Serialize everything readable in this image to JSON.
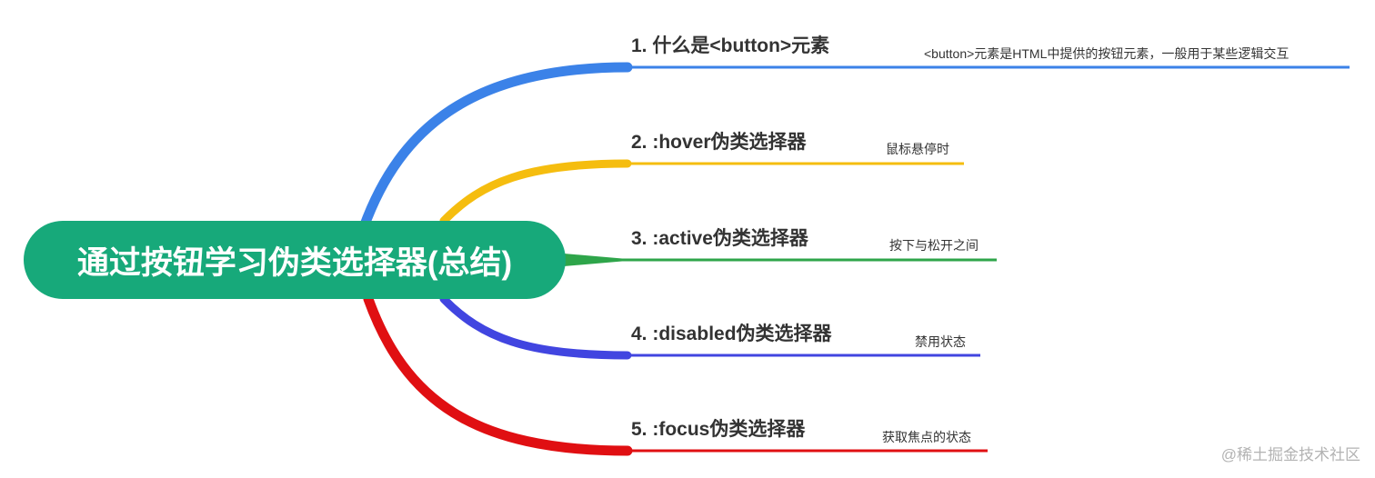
{
  "root": {
    "label": "通过按钮学习伪类选择器(总结)",
    "color": "#17a97a"
  },
  "branches": [
    {
      "label": "1. 什么是<button>元素",
      "note": "<button>元素是HTML中提供的按钮元素，一般用于某些逻辑交互",
      "color": "#3b82e8"
    },
    {
      "label": "2. :hover伪类选择器",
      "note": "鼠标悬停时",
      "color": "#f5bd0f"
    },
    {
      "label": "3. :active伪类选择器",
      "note": "按下与松开之间",
      "color": "#2ea54a"
    },
    {
      "label": "4. :disabled伪类选择器",
      "note": "禁用状态",
      "color": "#4145e0"
    },
    {
      "label": "5. :focus伪类选择器",
      "note": "获取焦点的状态",
      "color": "#e00f12"
    }
  ],
  "watermark": "@稀土掘金技术社区"
}
